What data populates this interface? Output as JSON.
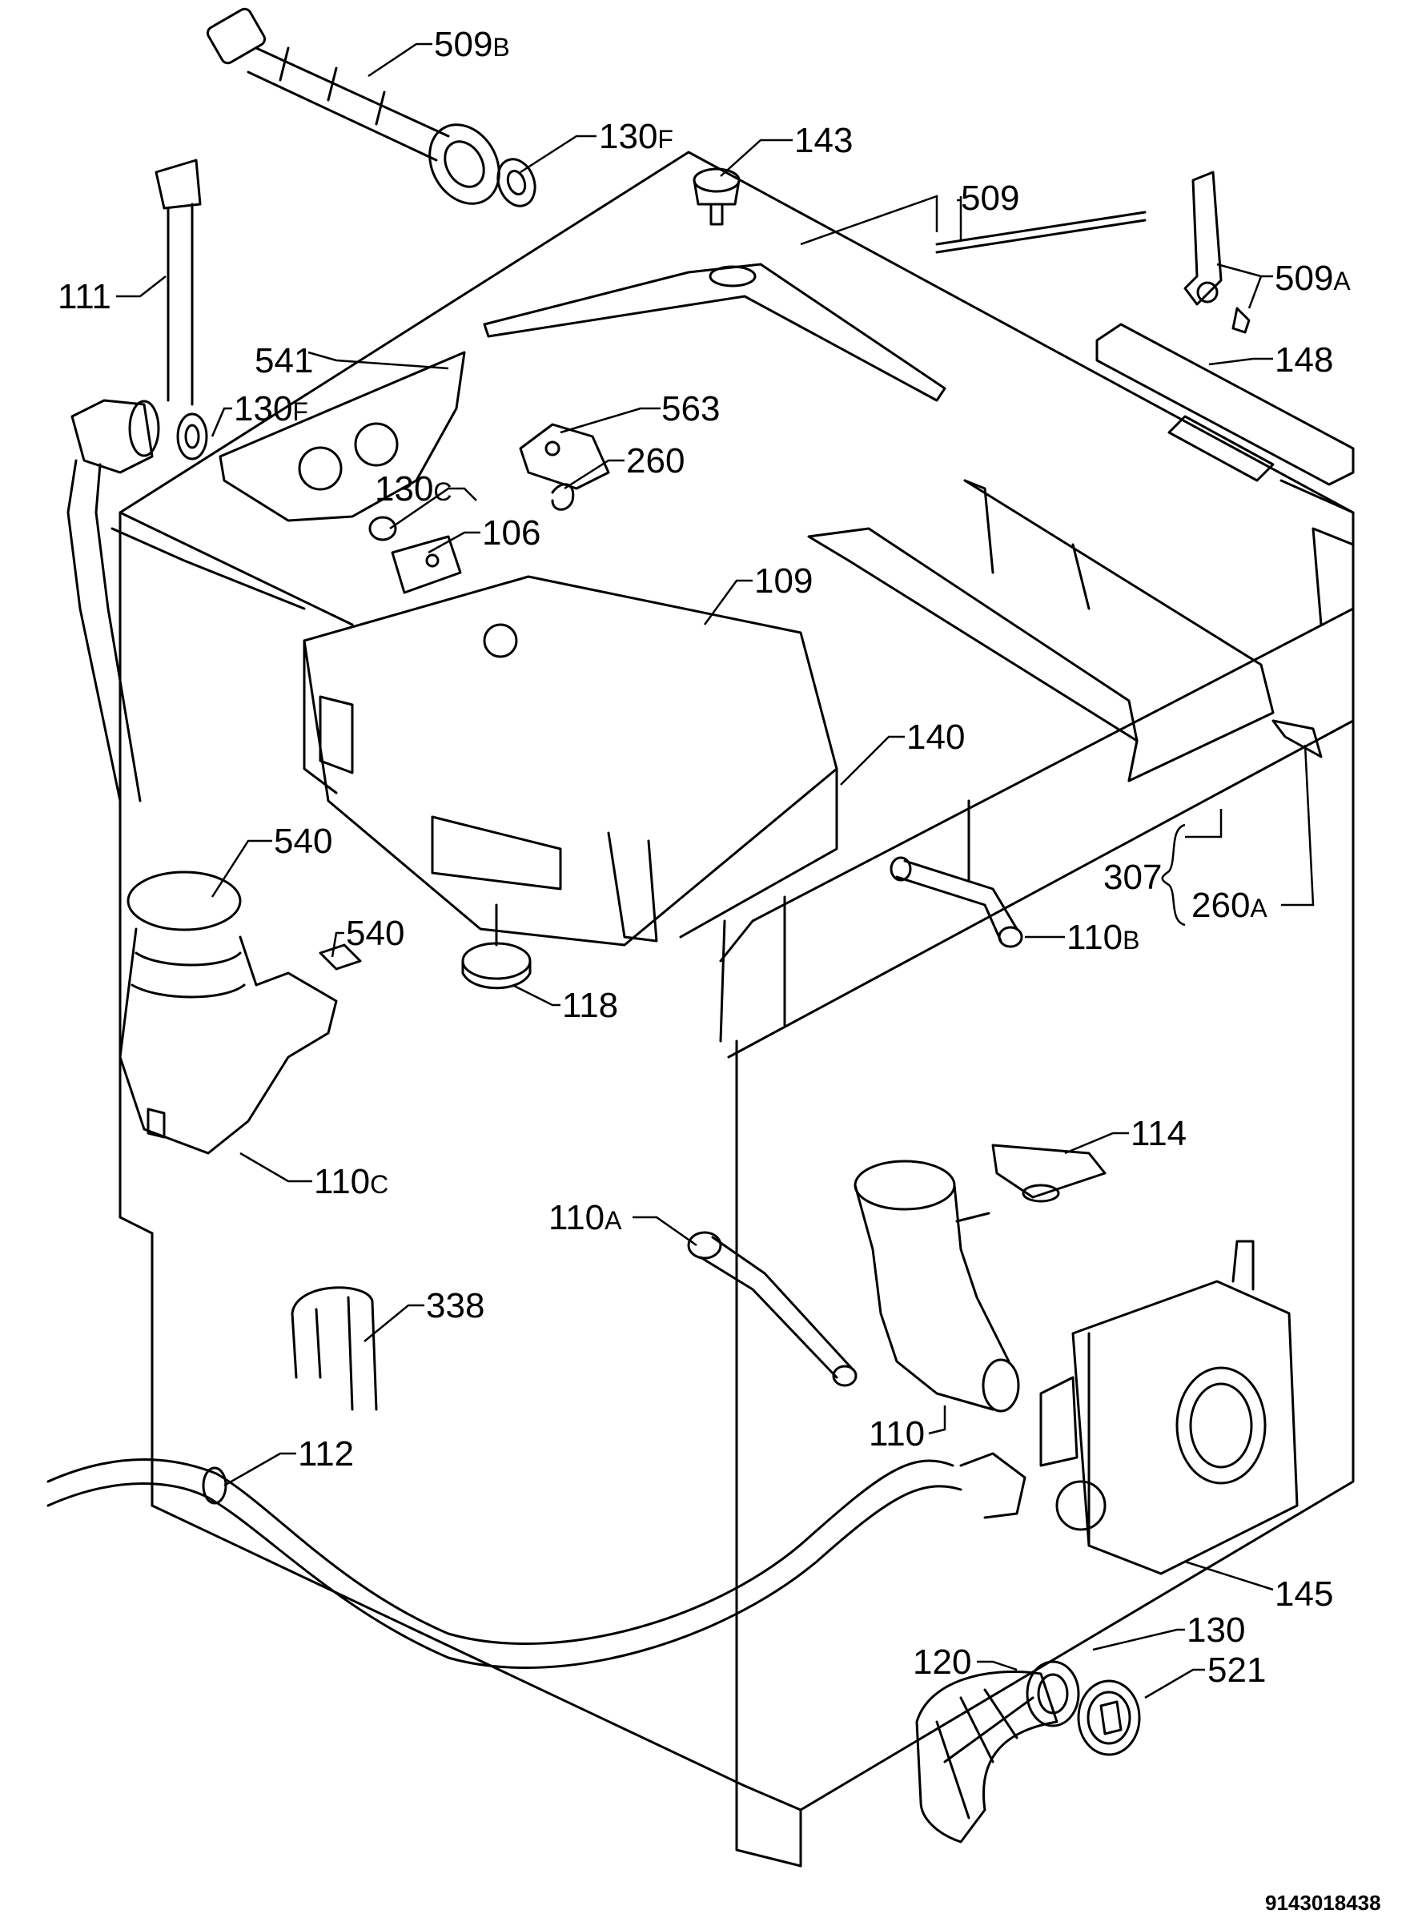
{
  "callouts": [
    {
      "id": "509b",
      "num": "509",
      "suffix": "B"
    },
    {
      "id": "130f-top",
      "num": "130",
      "suffix": "F"
    },
    {
      "id": "143",
      "num": "143",
      "suffix": ""
    },
    {
      "id": "509",
      "num": "509",
      "suffix": ""
    },
    {
      "id": "509a",
      "num": "509",
      "suffix": "A"
    },
    {
      "id": "111",
      "num": "111",
      "suffix": ""
    },
    {
      "id": "541",
      "num": "541",
      "suffix": ""
    },
    {
      "id": "130f-mid",
      "num": "130",
      "suffix": "F"
    },
    {
      "id": "563",
      "num": "563",
      "suffix": ""
    },
    {
      "id": "260",
      "num": "260",
      "suffix": ""
    },
    {
      "id": "148",
      "num": "148",
      "suffix": ""
    },
    {
      "id": "130c",
      "num": "130",
      "suffix": "C"
    },
    {
      "id": "106",
      "num": "106",
      "suffix": ""
    },
    {
      "id": "109",
      "num": "109",
      "suffix": ""
    },
    {
      "id": "140",
      "num": "140",
      "suffix": ""
    },
    {
      "id": "540-a",
      "num": "540",
      "suffix": ""
    },
    {
      "id": "307",
      "num": "307",
      "suffix": ""
    },
    {
      "id": "260a",
      "num": "260",
      "suffix": "A"
    },
    {
      "id": "540-b",
      "num": "540",
      "suffix": ""
    },
    {
      "id": "110b",
      "num": "110",
      "suffix": "B"
    },
    {
      "id": "118",
      "num": "118",
      "suffix": ""
    },
    {
      "id": "114",
      "num": "114",
      "suffix": ""
    },
    {
      "id": "110c",
      "num": "110",
      "suffix": "C"
    },
    {
      "id": "110a",
      "num": "110",
      "suffix": "A"
    },
    {
      "id": "338",
      "num": "338",
      "suffix": ""
    },
    {
      "id": "110",
      "num": "110",
      "suffix": ""
    },
    {
      "id": "112",
      "num": "112",
      "suffix": ""
    },
    {
      "id": "145",
      "num": "145",
      "suffix": ""
    },
    {
      "id": "130",
      "num": "130",
      "suffix": ""
    },
    {
      "id": "120",
      "num": "120",
      "suffix": ""
    },
    {
      "id": "521",
      "num": "521",
      "suffix": ""
    }
  ],
  "document_number": "9143018438"
}
